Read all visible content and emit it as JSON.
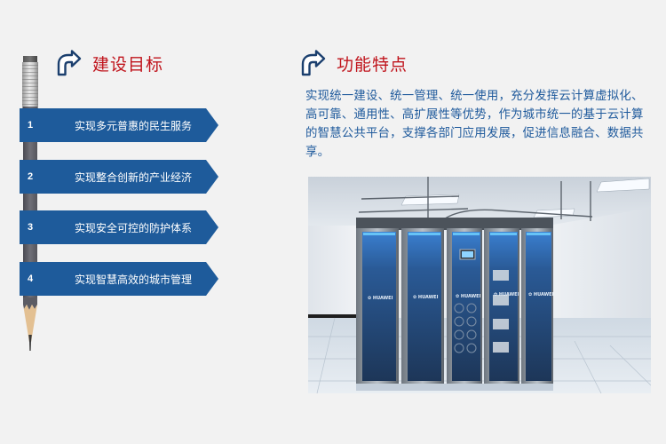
{
  "left_section": {
    "heading": "建设目标",
    "heading_icon": "curved-arrow-right-icon",
    "goals": [
      {
        "number": "1",
        "label": "实现多元普惠的民生服务"
      },
      {
        "number": "2",
        "label": "实现整合创新的产业经济"
      },
      {
        "number": "3",
        "label": "实现安全可控的防护体系"
      },
      {
        "number": "4",
        "label": "实现智慧高效的城市管理"
      }
    ]
  },
  "right_section": {
    "heading": "功能特点",
    "heading_icon": "curved-arrow-right-icon",
    "description": "实现统一建设、统一管理、统一使用，充分发挥云计算虚拟化、高可靠、通用性、高扩展性等优势，作为城市统一的基于云计算的智慧公共平台，支撑各部门应用发展，促进信息融合、数据共享。",
    "image": {
      "alt": "数据中心机房服务器机柜",
      "cabinet_brand": "HUAWEI"
    }
  },
  "colors": {
    "background": "#f2f2f2",
    "heading_red": "#c0141c",
    "banner_blue": "#1e5b9b",
    "text_blue": "#1f5a9c",
    "icon_navy": "#1b3f6e"
  }
}
